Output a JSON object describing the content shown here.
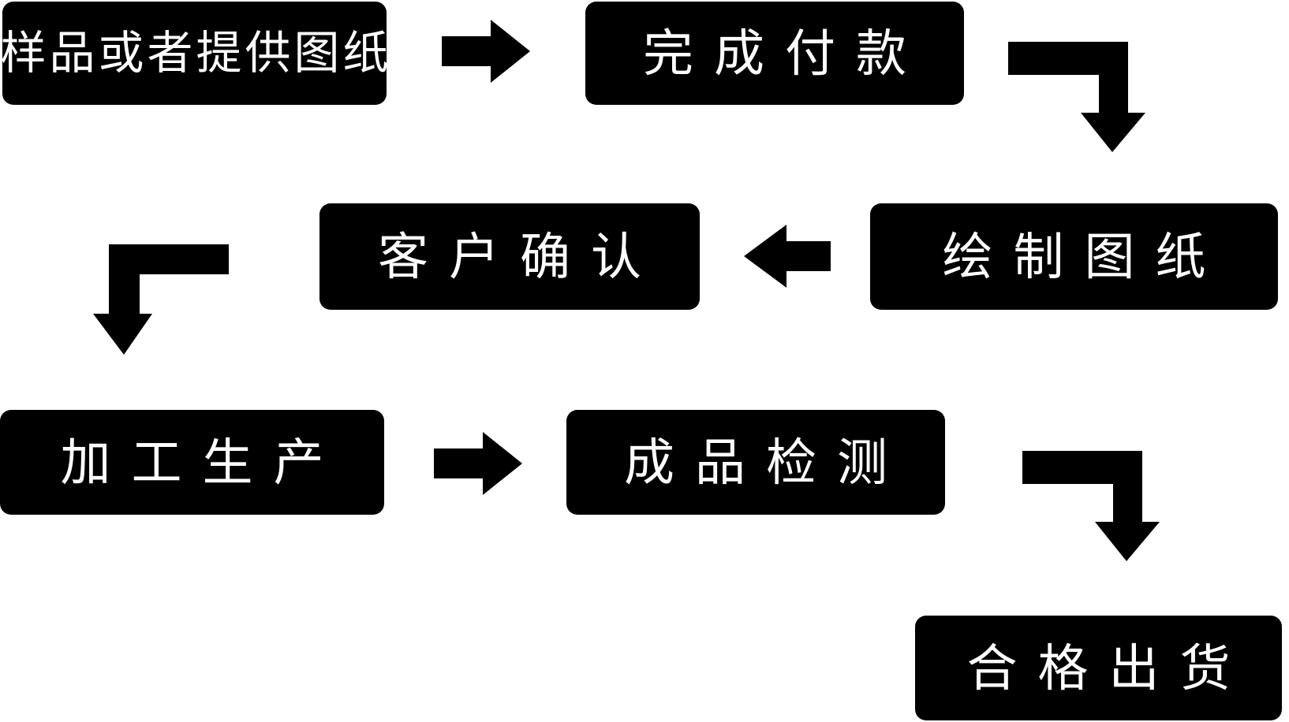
{
  "colors": {
    "node_bg": "#000000",
    "node_text": "#ffffff",
    "arrow": "#000000",
    "background": "#ffffff"
  },
  "nodes": [
    {
      "id": "sample-or-drawing",
      "label": "样品或者提供图纸"
    },
    {
      "id": "complete-payment",
      "label": "完成付款"
    },
    {
      "id": "draw-drawings",
      "label": "绘制图纸"
    },
    {
      "id": "customer-confirmation",
      "label": "客户确认"
    },
    {
      "id": "processing-production",
      "label": "加工生产"
    },
    {
      "id": "product-inspection",
      "label": "成品检测"
    },
    {
      "id": "qualified-shipment",
      "label": "合格出货"
    }
  ],
  "connections": [
    {
      "from": "样品或者提供图纸",
      "to": "完成付款",
      "shape": "arrow-right"
    },
    {
      "from": "完成付款",
      "to": "绘制图纸",
      "shape": "elbow-down-right"
    },
    {
      "from": "绘制图纸",
      "to": "客户确认",
      "shape": "arrow-left"
    },
    {
      "from": "客户确认",
      "to": "加工生产",
      "shape": "elbow-down-left"
    },
    {
      "from": "加工生产",
      "to": "成品检测",
      "shape": "arrow-right"
    },
    {
      "from": "成品检测",
      "to": "合格出货",
      "shape": "elbow-down-right"
    }
  ]
}
